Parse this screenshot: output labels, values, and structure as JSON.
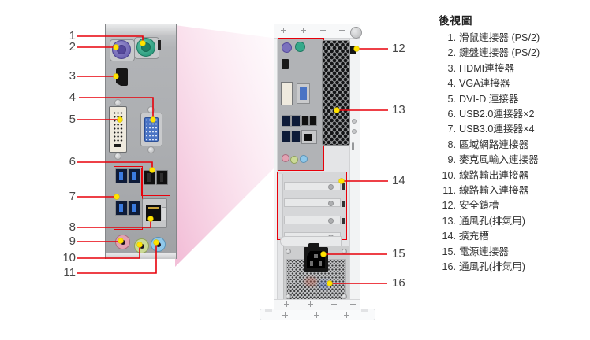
{
  "legend": {
    "title": "後視圖",
    "items": [
      {
        "num": "1.",
        "label": "滑鼠連接器 (PS/2)"
      },
      {
        "num": "2.",
        "label": "鍵盤連接器 (PS/2)"
      },
      {
        "num": "3.",
        "label": "HDMI連接器"
      },
      {
        "num": "4.",
        "label": "VGA連接器"
      },
      {
        "num": "5.",
        "label": "DVI-D 連接器"
      },
      {
        "num": "6.",
        "label": "USB2.0連接器×2"
      },
      {
        "num": "7.",
        "label": "USB3.0連接器×4"
      },
      {
        "num": "8.",
        "label": "區域網路連接器"
      },
      {
        "num": "9.",
        "label": "麥克風輸入連接器"
      },
      {
        "num": "10.",
        "label": "線路輸出連接器"
      },
      {
        "num": "11.",
        "label": "線路輸入連接器"
      },
      {
        "num": "12.",
        "label": "安全鎖槽"
      },
      {
        "num": "13.",
        "label": "通風孔(排氣用)"
      },
      {
        "num": "14.",
        "label": "擴充槽"
      },
      {
        "num": "15.",
        "label": "電源連接器"
      },
      {
        "num": "16.",
        "label": "通風孔(排氣用)"
      }
    ]
  },
  "callouts": {
    "left": [
      "1",
      "2",
      "3",
      "4",
      "5",
      "6",
      "7",
      "8",
      "9",
      "10",
      "11"
    ],
    "right": [
      "12",
      "13",
      "14",
      "15",
      "16"
    ]
  },
  "colors": {
    "line_red": "#e8000a",
    "marker_yellow": "#ffe300",
    "beam_pink": "#f2bcd6",
    "ps2_mouse_green": "#35a98a",
    "ps2_keyboard_purple": "#7a71bd",
    "vga_blue": "#4a74c4",
    "usb3_blue": "#3b7be0",
    "audio_mic_pink": "#e2a2b2",
    "audio_lineout_green": "#cbda96",
    "audio_linein_blue": "#8fc8ea"
  }
}
